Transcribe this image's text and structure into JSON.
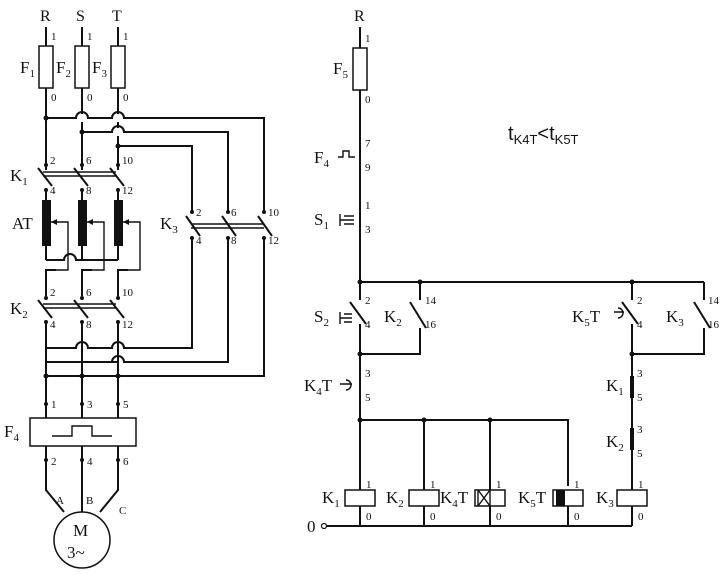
{
  "phases": {
    "r": "R",
    "s": "S",
    "t": "T"
  },
  "fuses": [
    {
      "label": "F",
      "sub": "1",
      "top": "1",
      "bottom": "0"
    },
    {
      "label": "F",
      "sub": "2",
      "top": "1",
      "bottom": "0"
    },
    {
      "label": "F",
      "sub": "3",
      "top": "1",
      "bottom": "0"
    }
  ],
  "k1": {
    "label": "K",
    "sub": "1",
    "terms": [
      "2",
      "6",
      "10",
      "4",
      "8",
      "12"
    ]
  },
  "at": {
    "label": "AT"
  },
  "k2": {
    "label": "K",
    "sub": "2",
    "terms": [
      "2",
      "6",
      "10",
      "4",
      "8",
      "12"
    ]
  },
  "k3": {
    "label": "K",
    "sub": "3",
    "terms": [
      "2",
      "6",
      "10",
      "4",
      "8",
      "12"
    ]
  },
  "f4": {
    "label": "F",
    "sub": "4",
    "terms_top": [
      "1",
      "3",
      "5"
    ],
    "terms_bottom": [
      "2",
      "4",
      "6"
    ]
  },
  "motor": {
    "letters": [
      "A",
      "B",
      "C"
    ],
    "line1": "M",
    "line2": "3~"
  },
  "control": {
    "r": "R",
    "f5": {
      "label": "F",
      "sub": "5",
      "top": "1",
      "bottom": "0"
    },
    "f4": {
      "label": "F",
      "sub": "4",
      "t1": "7",
      "t2": "9"
    },
    "s1": {
      "label": "S",
      "sub": "1",
      "t1": "1",
      "t2": "3"
    },
    "s2": {
      "label": "S",
      "sub": "2",
      "t1": "2",
      "t2": "4"
    },
    "k2_aux": {
      "label": "K",
      "sub": "2",
      "t1": "14",
      "t2": "16"
    },
    "k5t_c": {
      "label": "K",
      "sub": "5",
      "suffix": "T",
      "t1": "2",
      "t2": "4"
    },
    "k3_aux": {
      "label": "K",
      "sub": "3",
      "t1": "14",
      "t2": "16"
    },
    "k4t_c": {
      "label": "K",
      "sub": "4",
      "suffix": "T",
      "t1": "3",
      "t2": "5"
    },
    "k1_nc": {
      "label": "K",
      "sub": "1",
      "t1": "3",
      "t2": "5"
    },
    "k2_nc": {
      "label": "K",
      "sub": "2",
      "t1": "3",
      "t2": "5"
    },
    "coils": [
      {
        "label": "K",
        "sub": "1",
        "suffix": "",
        "t1": "1",
        "t2": "0"
      },
      {
        "label": "K",
        "sub": "2",
        "suffix": "",
        "t1": "1",
        "t2": "0"
      },
      {
        "label": "K",
        "sub": "4",
        "suffix": "T",
        "t1": "1",
        "t2": "0"
      },
      {
        "label": "K",
        "sub": "5",
        "suffix": "T",
        "t1": "1",
        "t2": "0"
      },
      {
        "label": "K",
        "sub": "3",
        "suffix": "",
        "t1": "1",
        "t2": "0"
      }
    ],
    "neutral": "0",
    "timing": {
      "t1": "t",
      "s1": "K4T",
      "op": "<",
      "t2": "t",
      "s2": "K5T"
    }
  }
}
